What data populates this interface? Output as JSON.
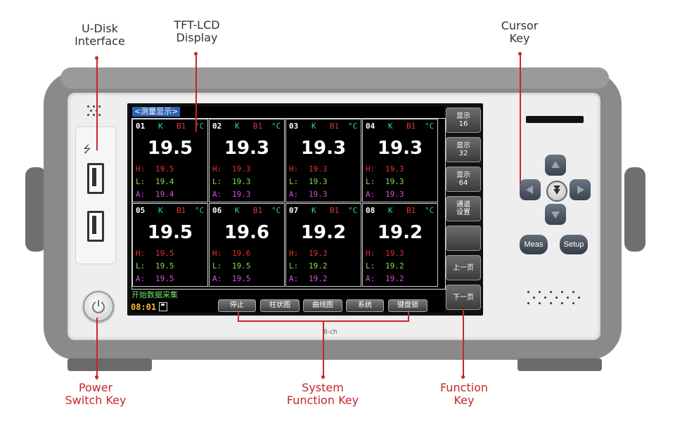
{
  "callouts": {
    "usb": "U-Disk\nInterface",
    "lcd": "TFT-LCD\nDisplay",
    "cursor": "Cursor\nKey",
    "power": "Power\nSwitch Key",
    "system": "System\nFunction Key",
    "function": "Function\nKey"
  },
  "screen": {
    "title": "<测量显示>",
    "channels": [
      {
        "ch": "01",
        "type": "K",
        "board": "B1",
        "unit": "°C",
        "value": "19.5",
        "h": "19.5",
        "l": "19.4",
        "a": "19.4"
      },
      {
        "ch": "02",
        "type": "K",
        "board": "B1",
        "unit": "°C",
        "value": "19.3",
        "h": "19.3",
        "l": "19.3",
        "a": "19.3"
      },
      {
        "ch": "03",
        "type": "K",
        "board": "B1",
        "unit": "°C",
        "value": "19.3",
        "h": "19.3",
        "l": "19.3",
        "a": "19.3"
      },
      {
        "ch": "04",
        "type": "K",
        "board": "B1",
        "unit": "°C",
        "value": "19.3",
        "h": "19.3",
        "l": "19.3",
        "a": "19.3"
      },
      {
        "ch": "05",
        "type": "K",
        "board": "B1",
        "unit": "°C",
        "value": "19.5",
        "h": "19.5",
        "l": "19.5",
        "a": "19.5"
      },
      {
        "ch": "06",
        "type": "K",
        "board": "B1",
        "unit": "°C",
        "value": "19.6",
        "h": "19.6",
        "l": "19.5",
        "a": "19.5"
      },
      {
        "ch": "07",
        "type": "K",
        "board": "B1",
        "unit": "°C",
        "value": "19.2",
        "h": "19.3",
        "l": "19.2",
        "a": "19.2"
      },
      {
        "ch": "08",
        "type": "K",
        "board": "B1",
        "unit": "°C",
        "value": "19.2",
        "h": "19.3",
        "l": "19.2",
        "a": "19.2"
      }
    ],
    "row_labels": {
      "h": "H:",
      "l": "L:",
      "a": "A:"
    },
    "status": "开始数据采集",
    "time": "08:01",
    "softkeys": [
      "停止",
      "柱状图",
      "曲线图",
      "系统",
      "键盘锁"
    ],
    "function_keys": [
      {
        "line1": "显示",
        "line2": "16"
      },
      {
        "line1": "显示",
        "line2": "32"
      },
      {
        "line1": "显示",
        "line2": "64"
      },
      {
        "line1": "通道",
        "line2": "设置"
      },
      {
        "line1": "",
        "line2": ""
      },
      {
        "line1": "上一页",
        "line2": ""
      },
      {
        "line1": "下一页",
        "line2": ""
      }
    ]
  },
  "device": {
    "model": "8-ch",
    "meas_label": "Meas",
    "setup_label": "Setup"
  },
  "colors": {
    "callout_line": "#c8262a",
    "screen_bg": "#000000",
    "title_bg": "#2d5fb0"
  }
}
